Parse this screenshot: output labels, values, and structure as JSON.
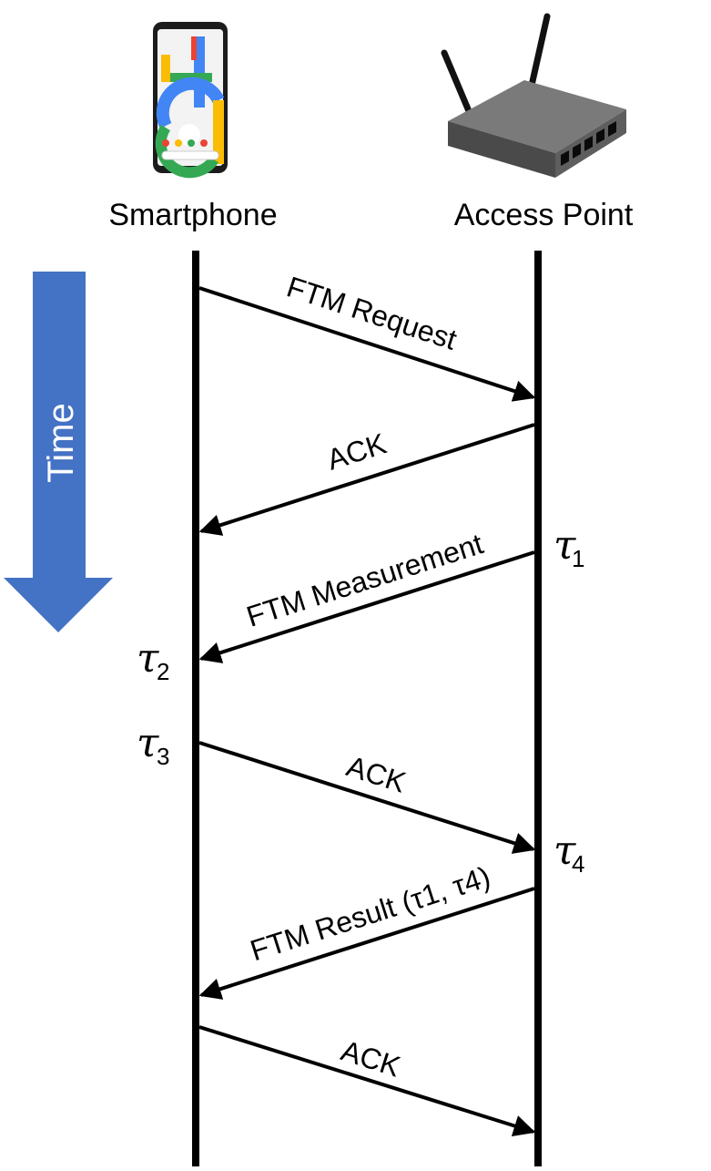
{
  "participants": {
    "left": "Smartphone",
    "right": "Access Point"
  },
  "time_label": "Time",
  "colors": {
    "time_arrow": "#4472C4",
    "lines": "#000000"
  },
  "icons": {
    "phone": "smartphone-icon",
    "router": "wifi-router-icon"
  },
  "messages": [
    {
      "label": "FTM Request",
      "direction": "phone-to-ap"
    },
    {
      "label": "ACK",
      "direction": "ap-to-phone"
    },
    {
      "label": "FTM Measurement",
      "direction": "ap-to-phone"
    },
    {
      "label": "ACK",
      "direction": "phone-to-ap"
    },
    {
      "label": "FTM Result (τ1, τ4)",
      "direction": "ap-to-phone"
    },
    {
      "label": "ACK",
      "direction": "phone-to-ap"
    }
  ],
  "timestamps": {
    "t1": {
      "symbol": "τ",
      "sub": "1"
    },
    "t2": {
      "symbol": "τ",
      "sub": "2"
    },
    "t3": {
      "symbol": "τ",
      "sub": "3"
    },
    "t4": {
      "symbol": "τ",
      "sub": "4"
    }
  }
}
